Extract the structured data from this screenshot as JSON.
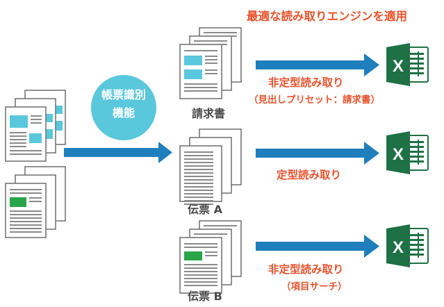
{
  "headline": "最適な読み取りエンジンを適用",
  "classifier": {
    "line1": "帳票識別",
    "line2": "機能"
  },
  "form_types": [
    {
      "label": "請求書",
      "route_title": "非定型読み取り",
      "route_note": "（見出しプリセット：請求書）"
    },
    {
      "label": "伝票 A",
      "route_title": "定型読み取り"
    },
    {
      "label": "伝票 B",
      "route_title": "非定型読み取り",
      "route_note": "（項目サーチ）"
    }
  ],
  "excel_icon_letter": "X",
  "colors": {
    "arrow_blue": "#1f7fbd",
    "circle_teal": "#5ac8dc",
    "accent_orange": "#e8532c",
    "excel_green": "#1e7145",
    "doc_teal": "#5ac8dc",
    "doc_green": "#2aa64a",
    "text_dark": "#4a4a4a"
  }
}
